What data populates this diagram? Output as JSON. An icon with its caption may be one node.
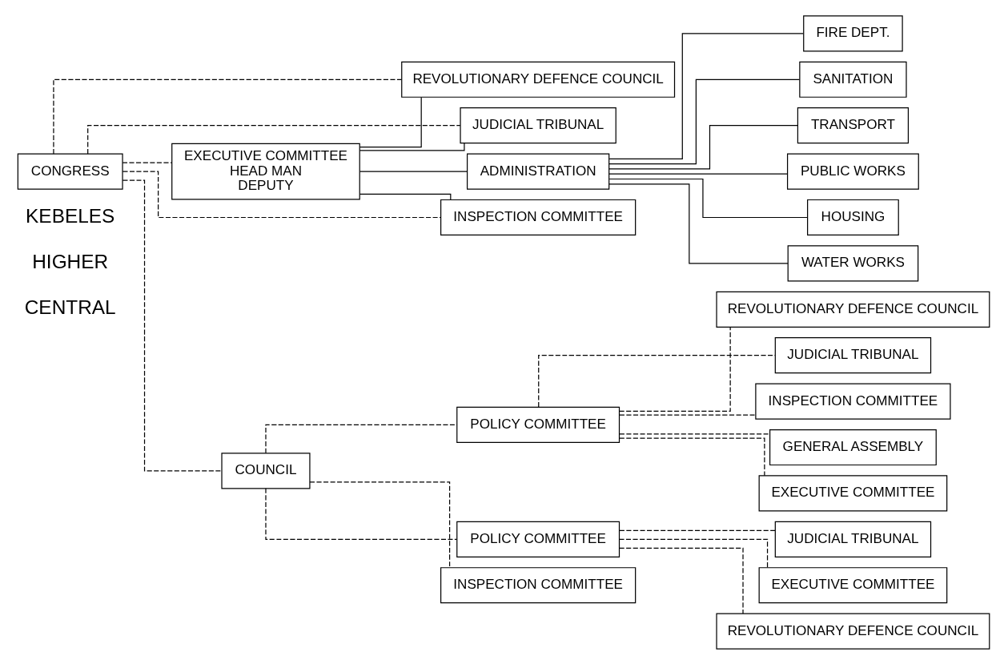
{
  "diagram": {
    "nodes": [
      {
        "text": [
          "CONGRESS"
        ]
      },
      {
        "text": [
          "EXECUTIVE COMMITTEE",
          "HEAD MAN",
          "DEPUTY"
        ]
      },
      {
        "text": [
          "COUNCIL"
        ]
      },
      {
        "text": [
          "REVOLUTIONARY DEFENCE COUNCIL"
        ]
      },
      {
        "text": [
          "JUDICIAL TRIBUNAL"
        ]
      },
      {
        "text": [
          "INSPECTION COMMITTEE"
        ]
      },
      {
        "text": [
          "POLICY COMMITTEE"
        ]
      },
      {
        "text": [
          "POLICY COMMITTEE"
        ]
      },
      {
        "text": [
          "EXECUTIVE COMMITTEE"
        ]
      },
      {
        "text": [
          "EXECUTIVE COMMITTEE"
        ]
      },
      {
        "text": [
          "REVOLUTIONARY DEFENCE COUNCIL"
        ]
      },
      {
        "text": [
          "REVOLUTIONARY DEFENCE COUNCIL"
        ]
      },
      {
        "text": [
          "ADMINISTRATION"
        ]
      },
      {
        "text": [
          "JUDICIAL TRIBUNAL"
        ]
      },
      {
        "text": [
          "JUDICIAL TRIBUNAL"
        ]
      },
      {
        "text": [
          "FIRE DEPT."
        ]
      },
      {
        "text": [
          "SANITATION"
        ]
      },
      {
        "text": [
          "INSPECTION COMMITTEE"
        ]
      },
      {
        "text": [
          "INSPECTION COMMITTEE"
        ]
      },
      {
        "text": [
          "TRANSPORT"
        ]
      },
      {
        "text": [
          "PUBLIC WORKS"
        ]
      },
      {
        "text": [
          "GENERAL ASSEMBLY"
        ]
      },
      {
        "text": [
          "HOUSING"
        ]
      },
      {
        "text": [
          "WATER WORKS"
        ]
      }
    ],
    "edges": [
      {
        "from": 0,
        "to": 2,
        "arrow": "none",
        "style": "dashed"
      },
      {
        "from": 0,
        "to": 1,
        "arrow": "none",
        "style": "dashed"
      },
      {
        "from": 0,
        "to": 3,
        "arrow": "none",
        "style": "dashed"
      },
      {
        "from": 0,
        "to": 4,
        "arrow": "none",
        "style": "dashed"
      },
      {
        "from": 0,
        "to": 5,
        "arrow": "none",
        "style": "dashed"
      },
      {
        "from": 1,
        "to": 3,
        "arrow": "none"
      },
      {
        "from": 1,
        "to": 4,
        "arrow": "none"
      },
      {
        "from": 1,
        "to": 5,
        "arrow": "none"
      },
      {
        "from": 1,
        "to": 12,
        "arrow": "none"
      },
      {
        "from": 2,
        "to": 6,
        "arrow": "none",
        "style": "dashed"
      },
      {
        "from": 2,
        "to": 7,
        "arrow": "none",
        "style": "dashed"
      },
      {
        "from": 2,
        "to": 18,
        "arrow": "none",
        "style": "dashed"
      },
      {
        "from": 6,
        "to": 8,
        "arrow": "none",
        "style": "dashed"
      },
      {
        "from": 6,
        "to": 10,
        "arrow": "none",
        "style": "dashed"
      },
      {
        "from": 6,
        "to": 13,
        "arrow": "none",
        "style": "dashed"
      },
      {
        "from": 6,
        "to": 17,
        "arrow": "none",
        "style": "dashed"
      },
      {
        "from": 6,
        "to": 21,
        "arrow": "none",
        "style": "dashed"
      },
      {
        "from": 7,
        "to": 9,
        "arrow": "none",
        "style": "dashed"
      },
      {
        "from": 7,
        "to": 11,
        "arrow": "none",
        "style": "dashed"
      },
      {
        "from": 7,
        "to": 14,
        "arrow": "none",
        "style": "dashed"
      },
      {
        "from": 12,
        "to": 15,
        "arrow": "none"
      },
      {
        "from": 12,
        "to": 16,
        "arrow": "none"
      },
      {
        "from": 12,
        "to": 19,
        "arrow": "none"
      },
      {
        "from": 12,
        "to": 20,
        "arrow": "none"
      },
      {
        "from": 12,
        "to": 22,
        "arrow": "none"
      },
      {
        "from": 12,
        "to": 23,
        "arrow": "none"
      }
    ],
    "labels": [
      "KEBELES",
      "HIGHER",
      "CENTRAL"
    ]
  }
}
